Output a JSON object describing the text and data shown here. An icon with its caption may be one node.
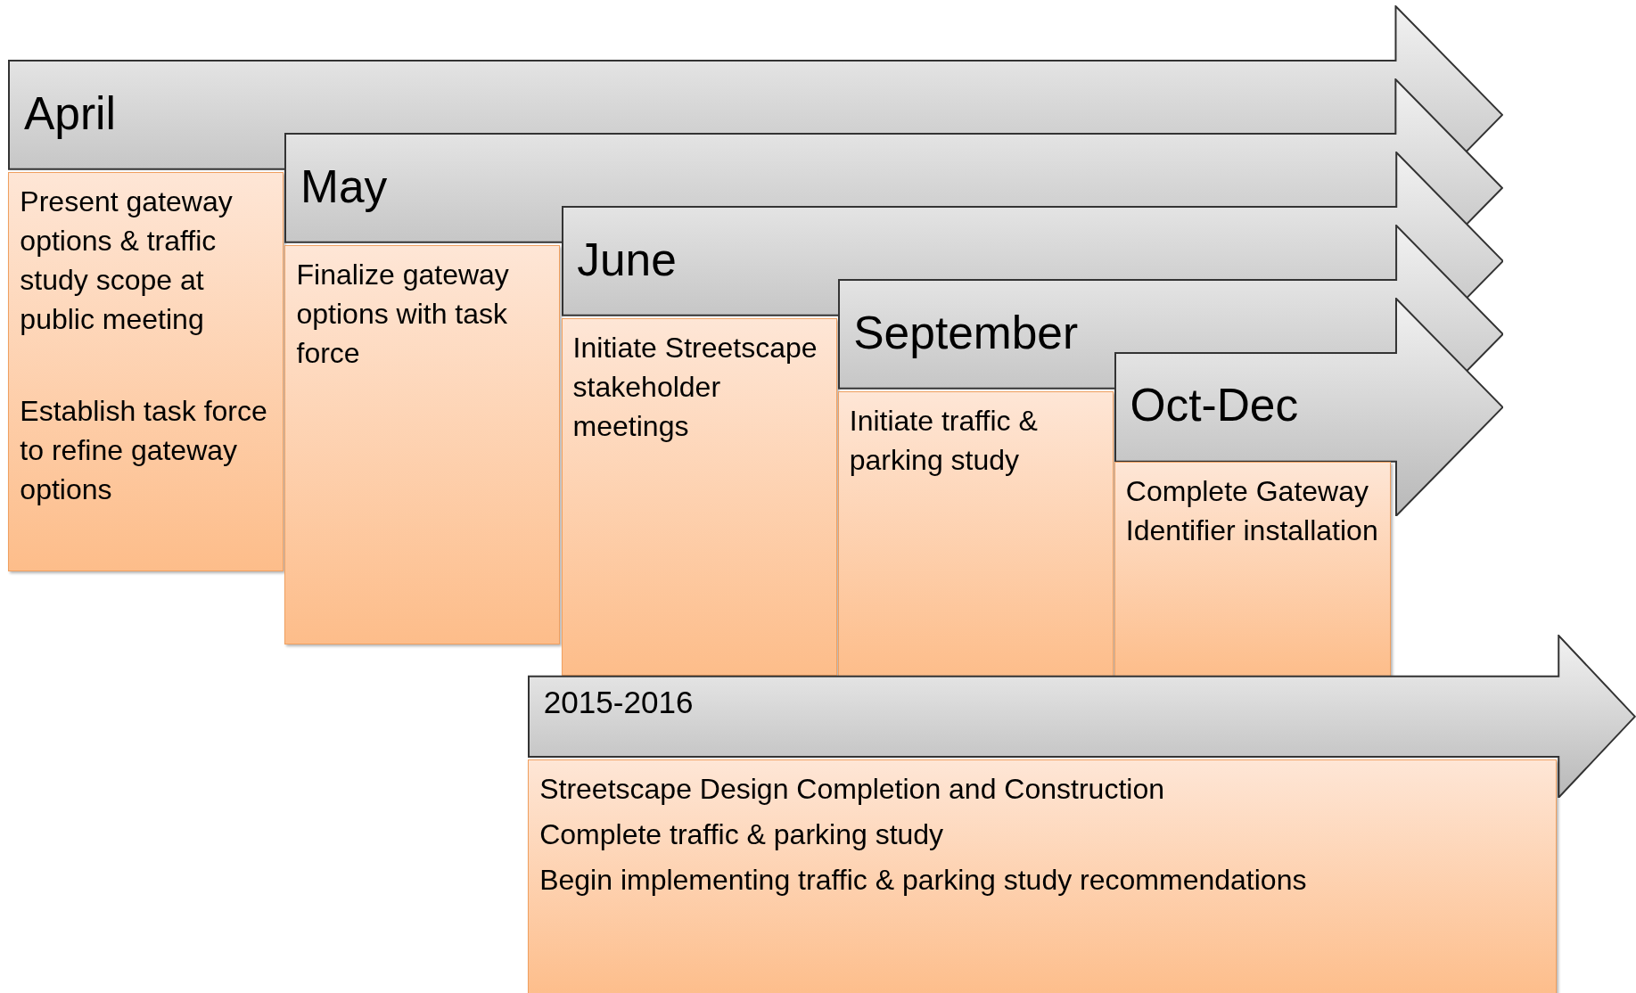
{
  "diagram": {
    "nodes": [
      {
        "text": [
          "April"
        ]
      },
      {
        "text": [
          "Present gateway options & traffic study scope at public meeting",
          "Establish task force to refine gateway options"
        ]
      },
      {
        "text": [
          "May"
        ]
      },
      {
        "text": [
          "Finalize gateway options with task force"
        ]
      },
      {
        "text": [
          "June"
        ]
      },
      {
        "text": [
          "Initiate Streetscape stakeholder meetings"
        ]
      },
      {
        "text": [
          "September"
        ]
      },
      {
        "text": [
          "Initiate traffic & parking study"
        ]
      },
      {
        "text": [
          "Oct-Dec"
        ]
      },
      {
        "text": [
          "Complete Gateway Identifier installation"
        ]
      },
      {
        "text": [
          "2015-2016"
        ]
      },
      {
        "text": [
          "Streetscape Design Completion and Construction",
          "Complete traffic & parking study",
          "Begin implementing traffic & parking study recommendations"
        ]
      }
    ]
  }
}
